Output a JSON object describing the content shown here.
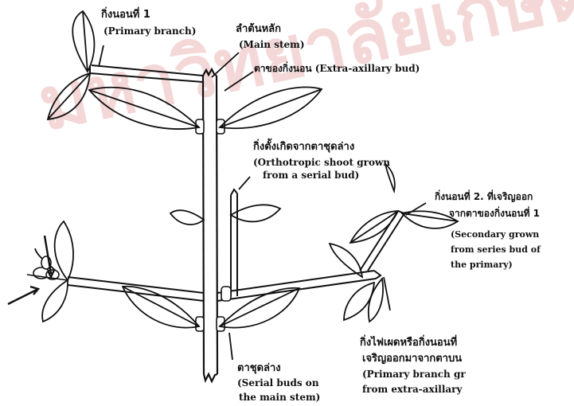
{
  "watermark": {
    "text": "มหาวิทยาลัยเกษตร"
  },
  "labels": {
    "primary_branch_th": "กิ่งนอนที่ 1",
    "primary_branch_en": "(Primary branch)",
    "main_stem_th": "ลำต้นหลัก",
    "main_stem_en": "(Main stem)",
    "extra_axillary_bud": "ตาของกิ่งนอน (Extra-axillary bud)",
    "orthotropic_th": "กิ่งตั้งเกิดจากตาชุดล่าง",
    "orthotropic_en_1": "(Orthotropic shoot grown",
    "orthotropic_en_2": "from a serial bud)",
    "secondary_th_1": "กิ่งนอนที่ 2. ที่เจริญออก",
    "secondary_th_2": "จากตาของกิ่งนอนที่ 1",
    "secondary_en_1": "(Secondary grown",
    "secondary_en_2": "from series bud of",
    "secondary_en_3": "the primary)",
    "serial_buds_th": "ตาชุดล่าง",
    "serial_buds_en_1": "(Serial buds on",
    "serial_buds_en_2": "the main stem)",
    "primary_from_extra_th_1": "กิ่งไฟเผดหรือกิ่งนอนที่",
    "primary_from_extra_th_2": "เจริญออกมาจากตาบน",
    "primary_from_extra_en_1": "(Primary branch gr",
    "primary_from_extra_en_2": "from extra-axillary"
  },
  "colors": {
    "ink": "#111111",
    "watermark": "#e8a8a8"
  }
}
